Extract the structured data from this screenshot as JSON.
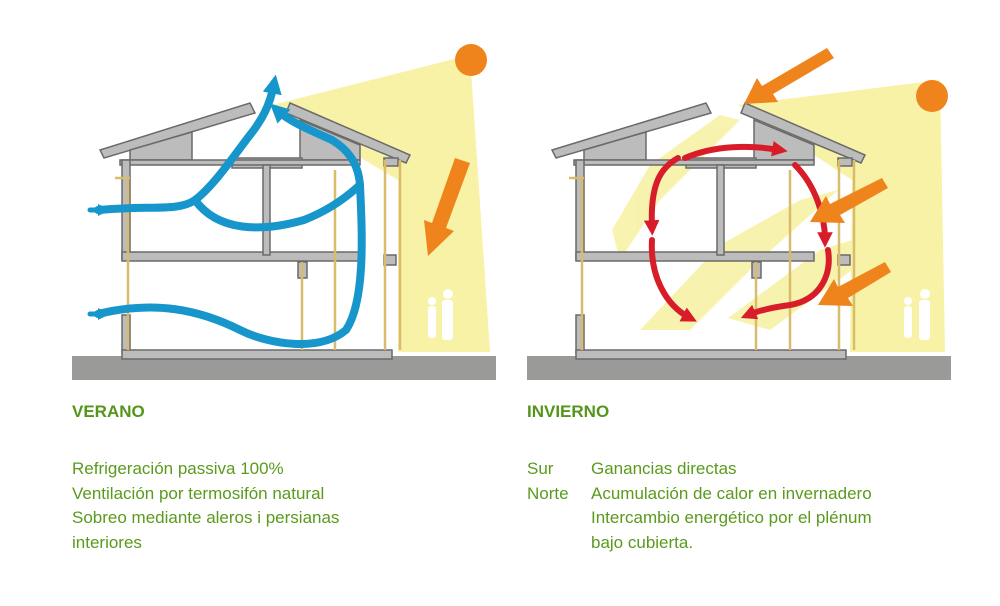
{
  "colors": {
    "text_green": "#5a9a1c",
    "title_green": "#55951a",
    "summer_flow": "#1796cc",
    "winter_flow": "#d81d2a",
    "sun": "#f0841c",
    "sunlight": "#f7f2a6",
    "ground": "#9a9a98",
    "wall": "#bcbcbc",
    "wall_stroke": "#6a6a6a",
    "timber": "#d8bc6c"
  },
  "icons": {
    "sun": "sun-icon",
    "sun_ray": "sun-ray-arrow-icon",
    "person": "person-icon"
  },
  "summer": {
    "title": "VERANO",
    "lines": [
      "Refrigeración passiva 100%",
      "Ventilación por termosifón natural",
      "Sobreo mediante aleros i persianas",
      "interiores"
    ]
  },
  "winter": {
    "title": "INVIERNO",
    "rows": [
      {
        "key": "Sur",
        "value": "Ganancias directas"
      },
      {
        "key": "Norte",
        "value": "Acumulación de calor en invernadero"
      },
      {
        "key": "",
        "value": "Intercambio energético por el plénum"
      },
      {
        "key": "",
        "value": "bajo cubierta."
      }
    ]
  }
}
